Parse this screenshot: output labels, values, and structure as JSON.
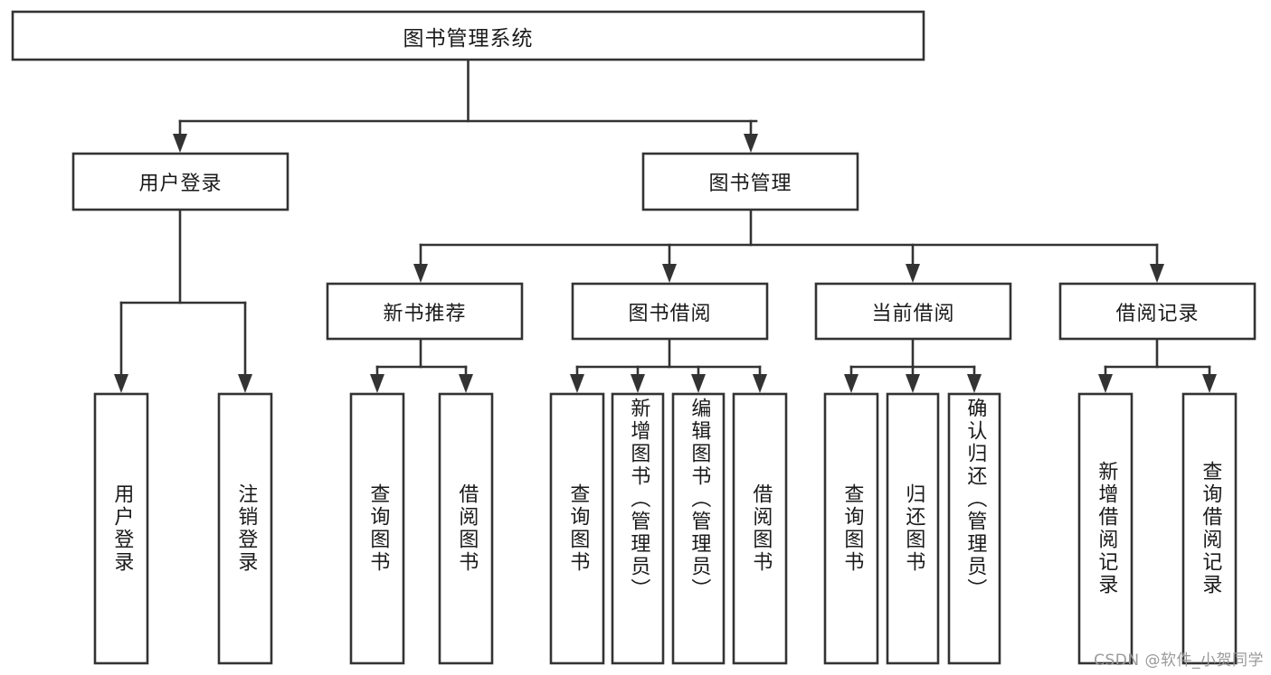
{
  "diagram": {
    "type": "tree",
    "title": "图书管理系统",
    "root": {
      "id": "root",
      "label": "图书管理系统",
      "orientation": "horizontal"
    },
    "level2": [
      {
        "id": "user-login",
        "label": "用户登录",
        "orientation": "horizontal"
      },
      {
        "id": "book-manage",
        "label": "图书管理",
        "orientation": "horizontal"
      }
    ],
    "level3": [
      {
        "id": "new-book-recommend",
        "label": "新书推荐",
        "orientation": "horizontal",
        "parent": "book-manage"
      },
      {
        "id": "book-borrow",
        "label": "图书借阅",
        "orientation": "horizontal",
        "parent": "book-manage"
      },
      {
        "id": "current-borrow",
        "label": "当前借阅",
        "orientation": "horizontal",
        "parent": "book-manage"
      },
      {
        "id": "borrow-record",
        "label": "借阅记录",
        "orientation": "horizontal",
        "parent": "book-manage"
      }
    ],
    "leaves": [
      {
        "id": "leaf-user-login",
        "label": "用户登录",
        "orientation": "vertical",
        "parent": "user-login"
      },
      {
        "id": "leaf-logout-login",
        "label": "注销登录",
        "orientation": "vertical",
        "parent": "user-login"
      },
      {
        "id": "leaf-query-book-1",
        "label": "查询图书",
        "orientation": "vertical",
        "parent": "new-book-recommend"
      },
      {
        "id": "leaf-borrow-book-1",
        "label": "借阅图书",
        "orientation": "vertical",
        "parent": "new-book-recommend"
      },
      {
        "id": "leaf-query-book-2",
        "label": "查询图书",
        "orientation": "vertical",
        "parent": "book-borrow"
      },
      {
        "id": "leaf-add-book",
        "label": "新增图书（管理员）",
        "orientation": "vertical",
        "parent": "book-borrow"
      },
      {
        "id": "leaf-edit-book",
        "label": "编辑图书（管理员）",
        "orientation": "vertical",
        "parent": "book-borrow"
      },
      {
        "id": "leaf-borrow-book-2",
        "label": "借阅图书",
        "orientation": "vertical",
        "parent": "book-borrow"
      },
      {
        "id": "leaf-query-book-3",
        "label": "查询图书",
        "orientation": "vertical",
        "parent": "current-borrow"
      },
      {
        "id": "leaf-return-book",
        "label": "归还图书",
        "orientation": "vertical",
        "parent": "current-borrow"
      },
      {
        "id": "leaf-confirm-return",
        "label": "确认归还（管理员）",
        "orientation": "vertical",
        "parent": "current-borrow"
      },
      {
        "id": "leaf-add-record",
        "label": "新增借阅记录",
        "orientation": "vertical",
        "parent": "borrow-record"
      },
      {
        "id": "leaf-query-record",
        "label": "查询借阅记录",
        "orientation": "vertical",
        "parent": "borrow-record"
      }
    ]
  },
  "watermark": {
    "text": "CSDN @软件_小贺同学"
  },
  "colors": {
    "box_stroke": "#333333",
    "box_fill": "#ffffff",
    "text": "#1a1a1a",
    "watermark": "#9a9a9a",
    "background": "#ffffff"
  }
}
